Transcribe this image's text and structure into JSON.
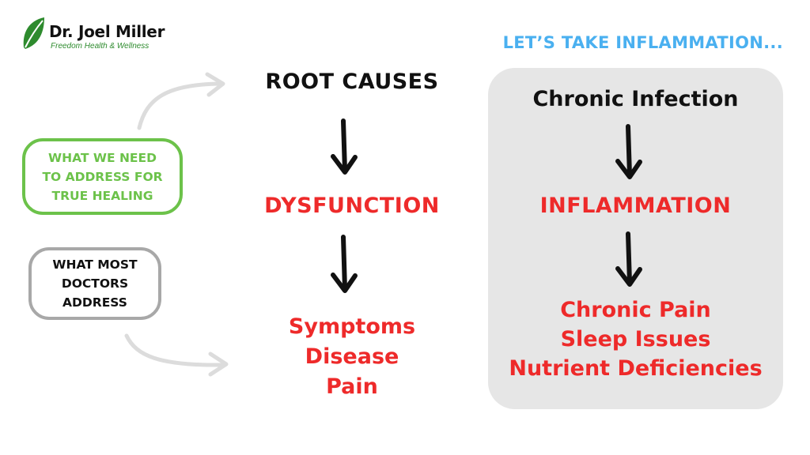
{
  "logo": {
    "name": "Dr. Joel Miller",
    "tagline": "Freedom Health & Wellness",
    "brand_color": "#2e8b2e"
  },
  "headline": "LET’S TAKE INFLAMMATION...",
  "left": {
    "green_pill": [
      "WHAT WE NEED",
      "TO ADDRESS FOR",
      "TRUE HEALING"
    ],
    "gray_pill": [
      "WHAT MOST",
      "DOCTORS",
      "ADDRESS"
    ]
  },
  "middle": {
    "root_causes": "ROOT CAUSES",
    "dysfunction": "DYSFUNCTION",
    "symptoms": [
      "Symptoms",
      "Disease",
      "Pain"
    ]
  },
  "right": {
    "chronic_infection": "Chronic Infection",
    "inflammation": "INFLAMMATION",
    "effects": [
      "Chronic Pain",
      "Sleep Issues",
      "Nutrient Deficiencies"
    ]
  },
  "colors": {
    "red": "#ee2a2a",
    "blue": "#4ab0f0",
    "green": "#6cc24a",
    "gray": "#a8a8a8",
    "panel": "#e6e6e6"
  }
}
